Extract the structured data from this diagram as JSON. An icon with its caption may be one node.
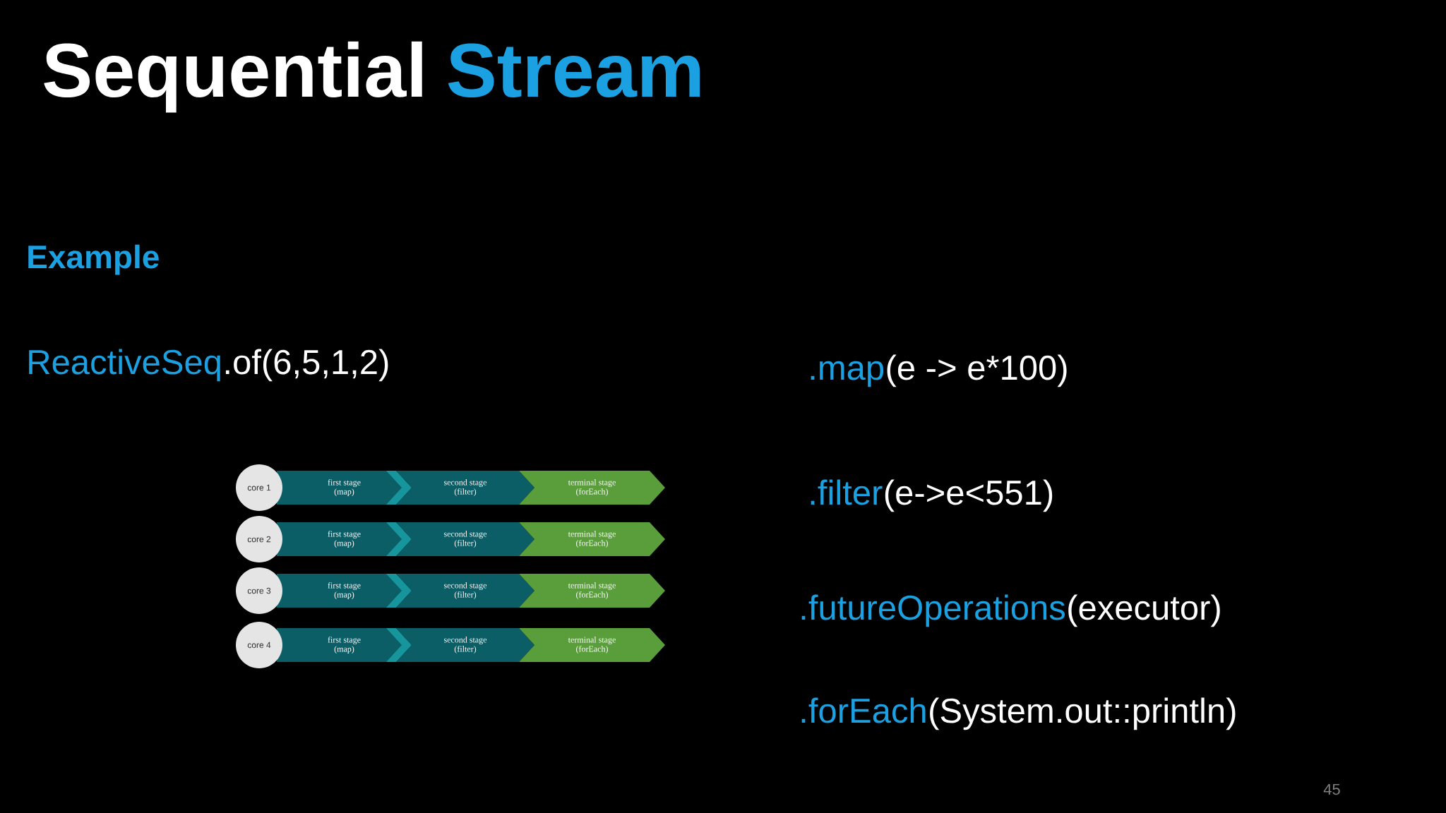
{
  "diagram": {
    "title": "Sequential",
    "nodes": [
      {
        "text": [
          "core 1"
        ]
      },
      {
        "text": [
          "first stage (map)"
        ]
      },
      {
        "text": [
          "second stage (filter)"
        ]
      },
      {
        "text": [
          "terminal stage (forEach)"
        ]
      },
      {
        "text": [
          "core 2"
        ]
      },
      {
        "text": [
          "first stage (map)"
        ]
      },
      {
        "text": [
          "second stage (filter)"
        ]
      },
      {
        "text": [
          "terminal stage (forEach)"
        ]
      },
      {
        "text": [
          "core 3"
        ]
      },
      {
        "text": [
          "first stage (map)"
        ]
      },
      {
        "text": [
          "second stage (filter)"
        ]
      },
      {
        "text": [
          "terminal stage (forEach)"
        ]
      },
      {
        "text": [
          "core 4"
        ]
      },
      {
        "text": [
          "first stage (map)"
        ]
      },
      {
        "text": [
          "second stage (filter)"
        ]
      },
      {
        "text": [
          "terminal stage (forEach)"
        ]
      }
    ],
    "labels": [
      "Stream",
      "Example",
      "ReactiveSeq",
      ".of(6,5,1,2)",
      ".map",
      "(e -> e*100)",
      ".filter",
      "(e->e<551)",
      ".futureOperations",
      "(executor)",
      ".forEach",
      "(System.out::println)",
      "45"
    ]
  }
}
